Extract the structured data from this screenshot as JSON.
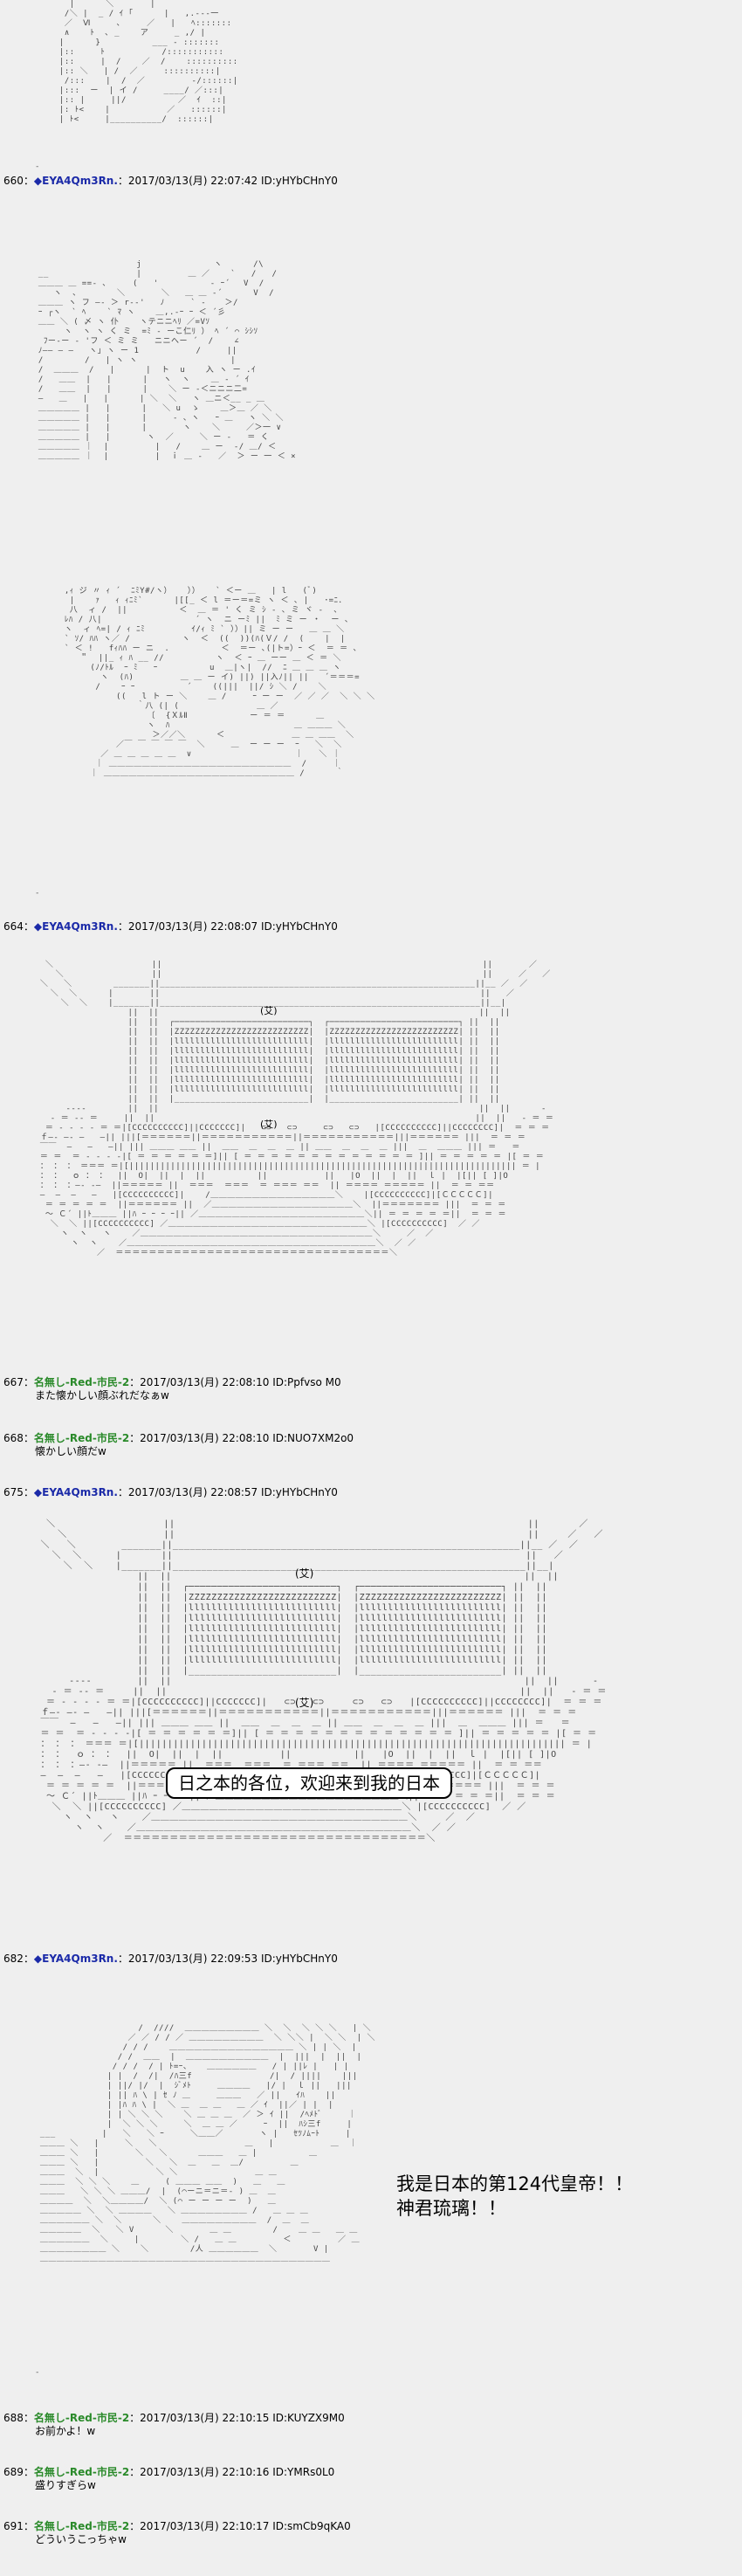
{
  "posts": [
    {
      "num": "660：",
      "name": "◆EYA4Qm3Rn.",
      "date": "：2017/03/13(月) 22:07:42 ID:yHYbCHnY0",
      "text": ""
    },
    {
      "num": "664：",
      "name": "◆EYA4Qm3Rn.",
      "date": "：2017/03/13(月) 22:08:07 ID:yHYbCHnY0",
      "text": ""
    },
    {
      "num": "667：",
      "name": "名無し-Red-市民-2",
      "date": "：2017/03/13(月) 22:08:10 ID:Ppfvso M0",
      "text": "また懐かしい顔ぶれだなぁw"
    },
    {
      "num": "668：",
      "name": "名無し-Red-市民-2",
      "date": "：2017/03/13(月) 22:08:10 ID:NUO7XM2o0",
      "text": "懐かしい顔だw"
    },
    {
      "num": "675：",
      "name": "◆EYA4Qm3Rn.",
      "date": "：2017/03/13(月) 22:08:57 ID:yHYbCHnY0",
      "text": ""
    },
    {
      "num": "682：",
      "name": "◆EYA4Qm3Rn.",
      "date": "：2017/03/13(月) 22:09:53 ID:yHYbCHnY0",
      "text": ""
    },
    {
      "num": "688：",
      "name": "名無し-Red-市民-2",
      "date": "：2017/03/13(月) 22:10:15 ID:KUYZX9M0",
      "text": "お前かよ！w"
    },
    {
      "num": "689：",
      "name": "名無し-Red-市民-2",
      "date": "：2017/03/13(月) 22:10:16 ID:YMRs0L0",
      "text": "盛りすぎらw"
    },
    {
      "num": "691：",
      "name": "名無し-Red-市民-2",
      "date": "：2017/03/13(月) 22:10:17 ID:smCb9qKA0",
      "text": "どういうこっちゃw"
    }
  ],
  "gate_sign_1": "(艾)",
  "gate_sign_2": "(艾)",
  "gate_sign_3": "(艾)",
  "gate_sign_4": "(艾)",
  "welcome_banner": "日之本的各位，欢迎来到我的日本",
  "emperor_line_1": "我是日本的第124代皇帝！！",
  "emperor_line_2": "神君琉璃！！"
}
